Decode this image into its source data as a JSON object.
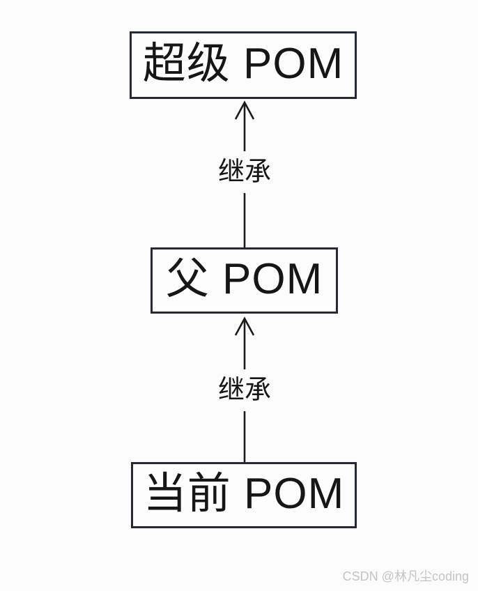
{
  "diagram": {
    "title_implicit": "Maven POM inheritance",
    "nodes": [
      {
        "id": "super-pom",
        "label": "超级 POM"
      },
      {
        "id": "parent-pom",
        "label": "父 POM"
      },
      {
        "id": "current-pom",
        "label": "当前 POM"
      }
    ],
    "edges": [
      {
        "from": "parent-pom",
        "to": "super-pom",
        "label": "继承",
        "direction": "up"
      },
      {
        "from": "current-pom",
        "to": "parent-pom",
        "label": "继承",
        "direction": "up"
      }
    ],
    "colors": {
      "background": "#fcfcfc",
      "node_fill": "#fdfdfd",
      "border": "#262836",
      "line": "#1b1b1b",
      "text": "#161616",
      "watermark": "#c4c4c4"
    }
  },
  "watermark": {
    "text": "CSDN @林凡尘coding"
  }
}
